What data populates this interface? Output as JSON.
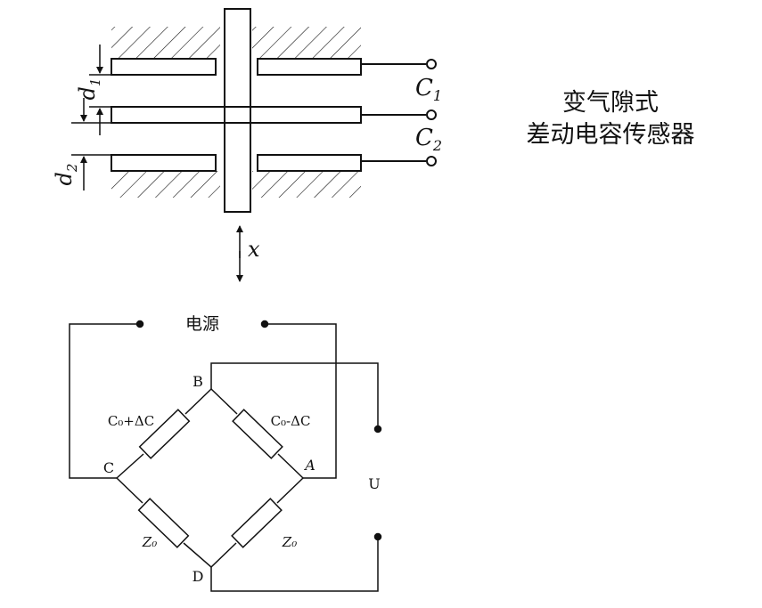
{
  "sensor": {
    "labels": {
      "d1": "d",
      "d1_sub": "1",
      "d2": "d",
      "d2_sub": "2",
      "c1": "C",
      "c1_sub": "1",
      "c2": "C",
      "c2_sub": "2",
      "x": "x"
    }
  },
  "title": {
    "line1": "变气隙式",
    "line2": "差动电容传感器"
  },
  "bridge": {
    "power_label": "电源",
    "node_b": "B",
    "node_c": "C",
    "node_a": "A",
    "node_d": "D",
    "arm_bc_label": "C₀+ΔC",
    "arm_ba_label": "C₀-ΔC",
    "arm_cd_label": "Z₀",
    "arm_ad_label": "Z₀",
    "output_label": "U"
  },
  "colors": {
    "line": "#111111",
    "background": "#ffffff"
  }
}
